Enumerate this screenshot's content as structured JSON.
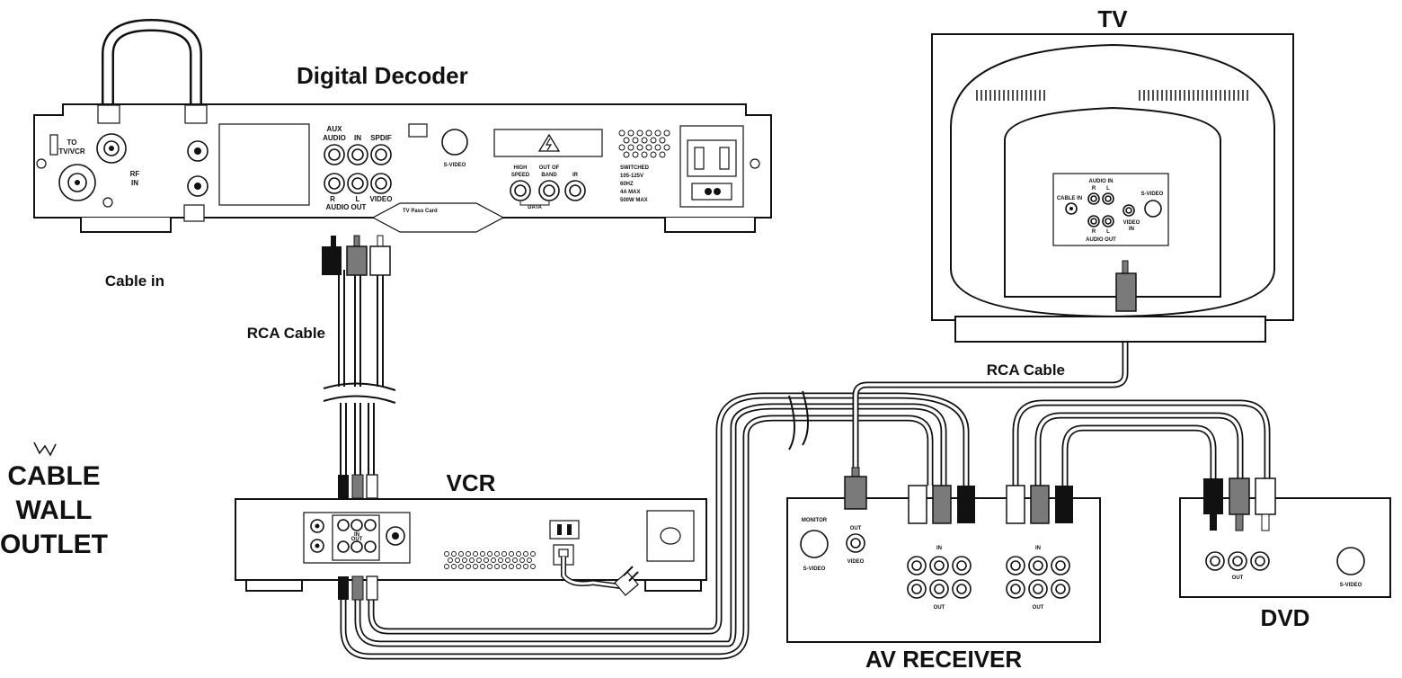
{
  "titles": {
    "digital_decoder": "Digital Decoder",
    "tv": "TV",
    "vcr": "VCR",
    "av_receiver": "AV RECEIVER",
    "dvd": "DVD"
  },
  "cable_labels": {
    "cable_in": "Cable in",
    "rca_cable_left": "RCA Cable",
    "rca_cable_right": "RCA Cable"
  },
  "wall_outlet": [
    "CABLE",
    "WALL",
    "OUTLET"
  ],
  "decoder": {
    "to_tv_vcr": [
      "TO",
      "TV/VCR"
    ],
    "rf_in": [
      "RF",
      "IN"
    ],
    "aux_audio": [
      "AUX",
      "AUDIO"
    ],
    "in": "IN",
    "spdif": "SPDIF",
    "r": "R",
    "l": "L",
    "audio_out": "AUDIO OUT",
    "video": "VIDEO",
    "s_video": "S-VIDEO",
    "high_speed": [
      "HIGH",
      "SPEED"
    ],
    "out_of_band": [
      "OUT OF",
      "BAND"
    ],
    "ir": "IR",
    "data": "DATA",
    "tv_pass_card": "TV Pass Card",
    "power_spec": [
      "SWITCHED",
      "105-125V",
      "60HZ",
      "4A MAX",
      "500W MAX"
    ]
  },
  "tv_panel": {
    "audio_in": "AUDIO IN",
    "r": "R",
    "l": "L",
    "cable_in": "CABLE IN",
    "s_video": "S-VIDEO",
    "video_in": [
      "VIDEO",
      "IN"
    ],
    "audio_out": "AUDIO OUT"
  },
  "vcr_panel": {
    "in": "IN",
    "out": "OUT"
  },
  "receiver_panel": {
    "monitor": "MONITOR",
    "out": "OUT",
    "video": "VIDEO",
    "s_video": "S-VIDEO",
    "in": "IN"
  },
  "dvd_panel": {
    "out": "OUT",
    "s_video": "S-VIDEO"
  },
  "colors": {
    "line": "#111111",
    "plug_gray": "#7a7a7a",
    "background": "#ffffff"
  }
}
